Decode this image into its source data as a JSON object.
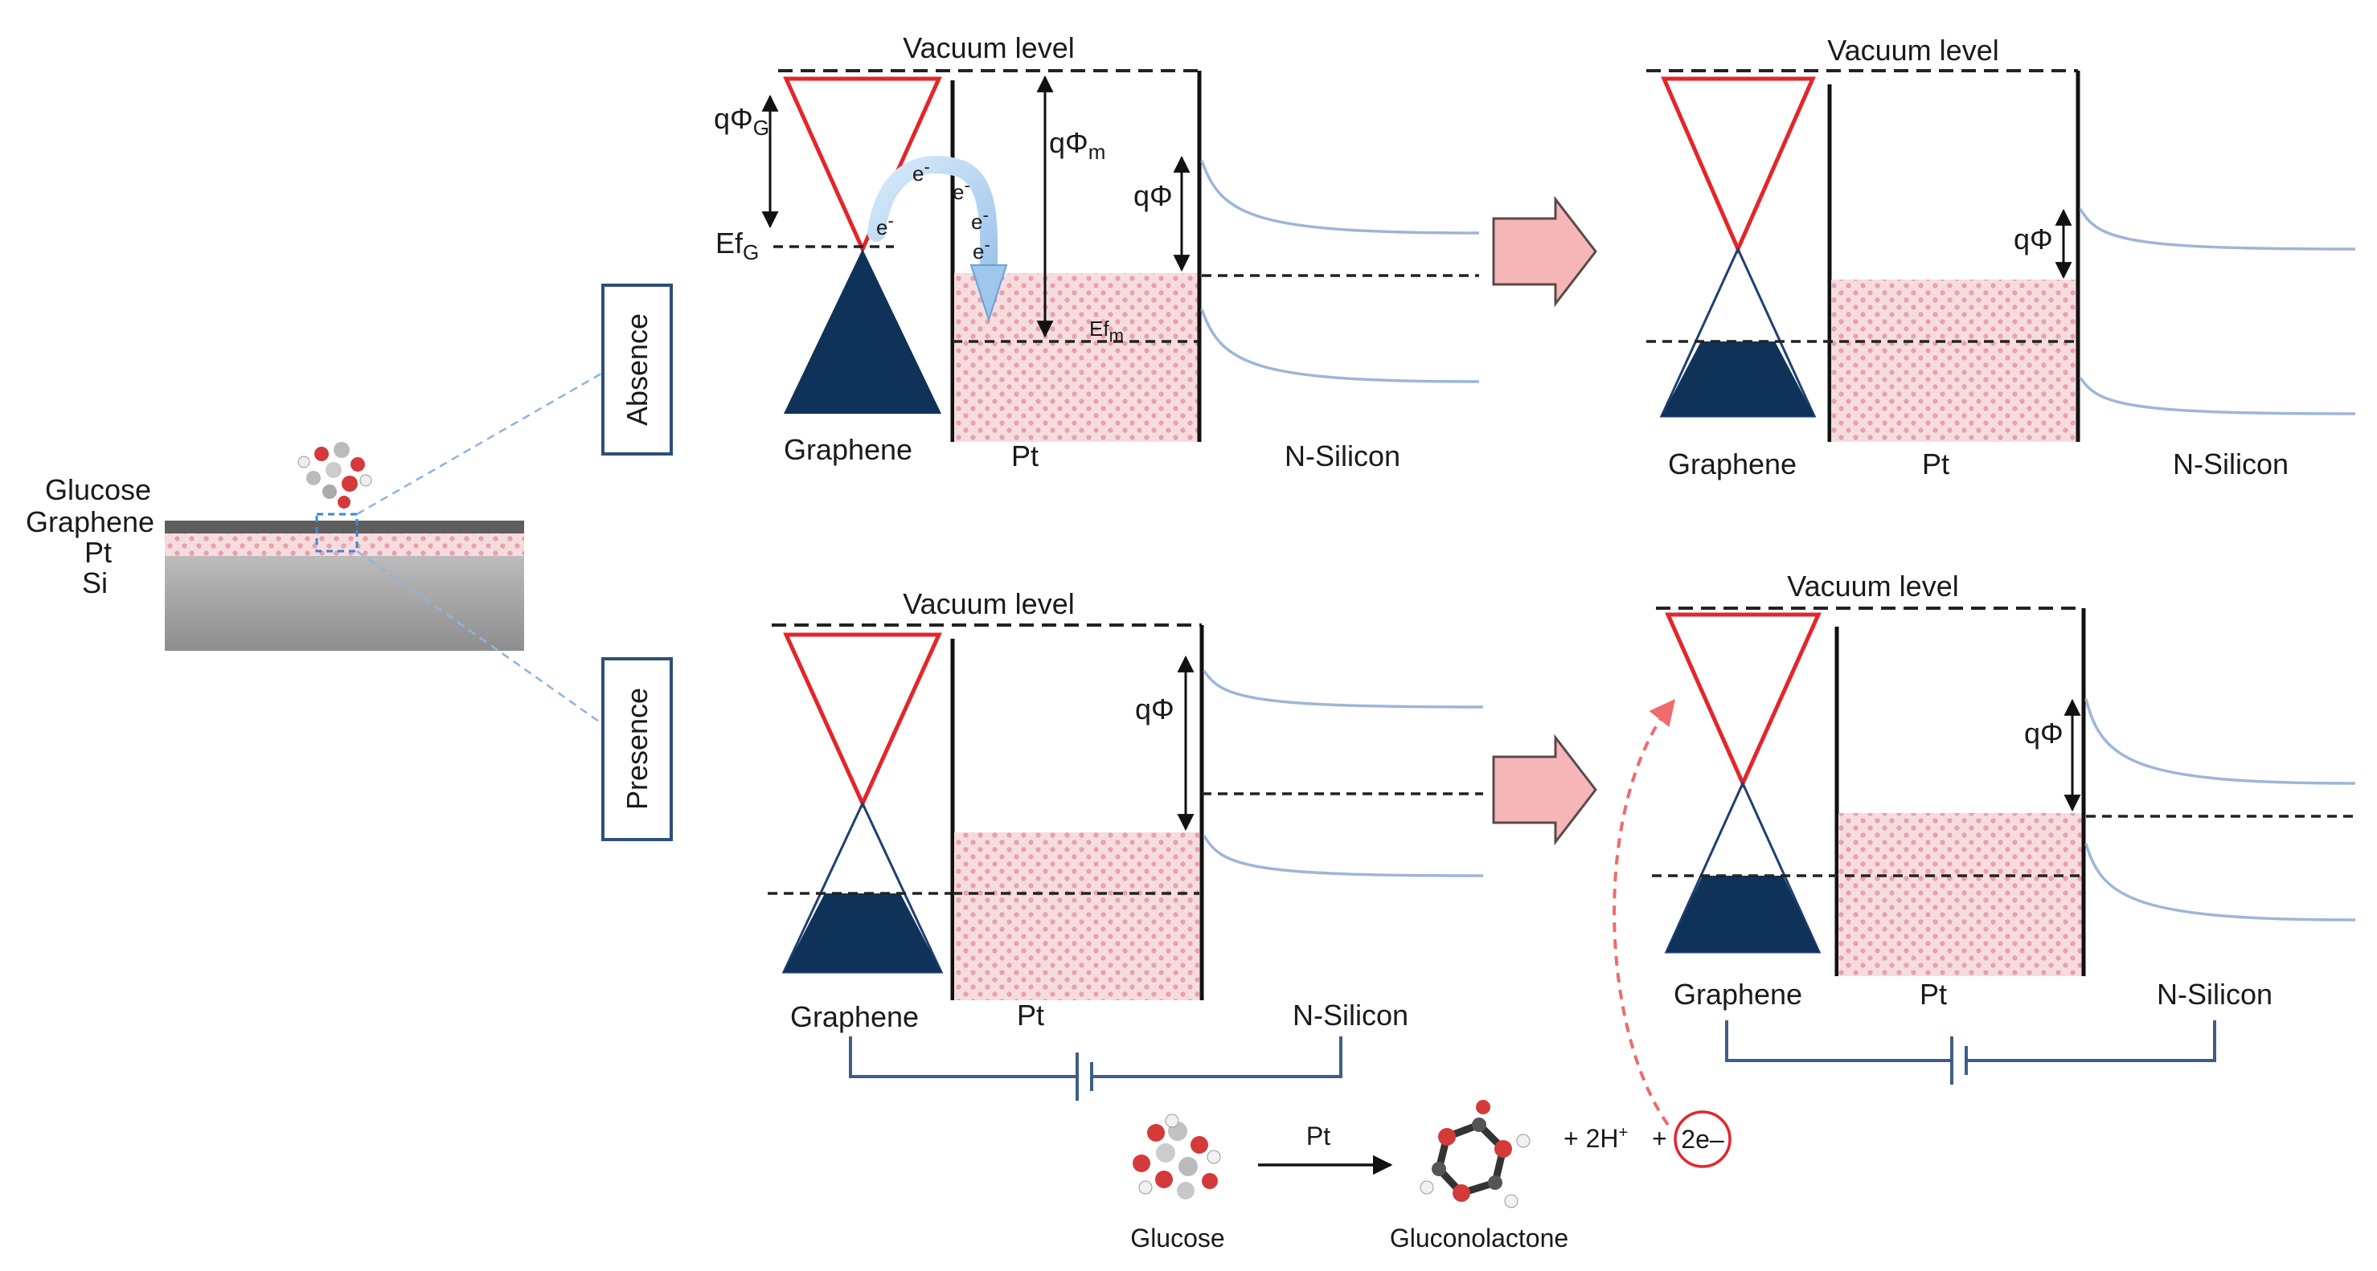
{
  "layer_labels": {
    "glucose": "Glucose",
    "graphene": "Graphene",
    "pt": "Pt",
    "si": "Si"
  },
  "state_boxes": {
    "absence": "Absence",
    "presence": "Presence"
  },
  "vacuum_label": "Vacuum level",
  "material_labels": {
    "graphene": "Graphene",
    "pt": "Pt",
    "silicon": "N-Silicon"
  },
  "energy_labels": {
    "q_phi_g_base": "qΦ",
    "q_phi_g_sub": "G",
    "q_phi_m_base": "qΦ",
    "q_phi_m_sub": "m",
    "ef_g_base": "Ef",
    "ef_g_sub": "G",
    "ef_m_base": "Ef",
    "ef_m_sub": "m",
    "q_phi": "qΦ",
    "electron": "e",
    "electron_sup": "-"
  },
  "reaction": {
    "reactant": "Glucose",
    "catalyst": "Pt",
    "product": "Gluconolactone",
    "plus_protons": "+  2H",
    "proton_sup": "+",
    "plus": "+",
    "electrons": "2e–"
  },
  "colors": {
    "dirac_cone_upper": "#e3262b",
    "filled_band": "#0f3358",
    "platinum_pattern": "#f2c7cc",
    "transition_arrow": "#f6b6b8",
    "electron_arrow": "#b9d6f2",
    "silicon_band": "#9db6d6"
  }
}
